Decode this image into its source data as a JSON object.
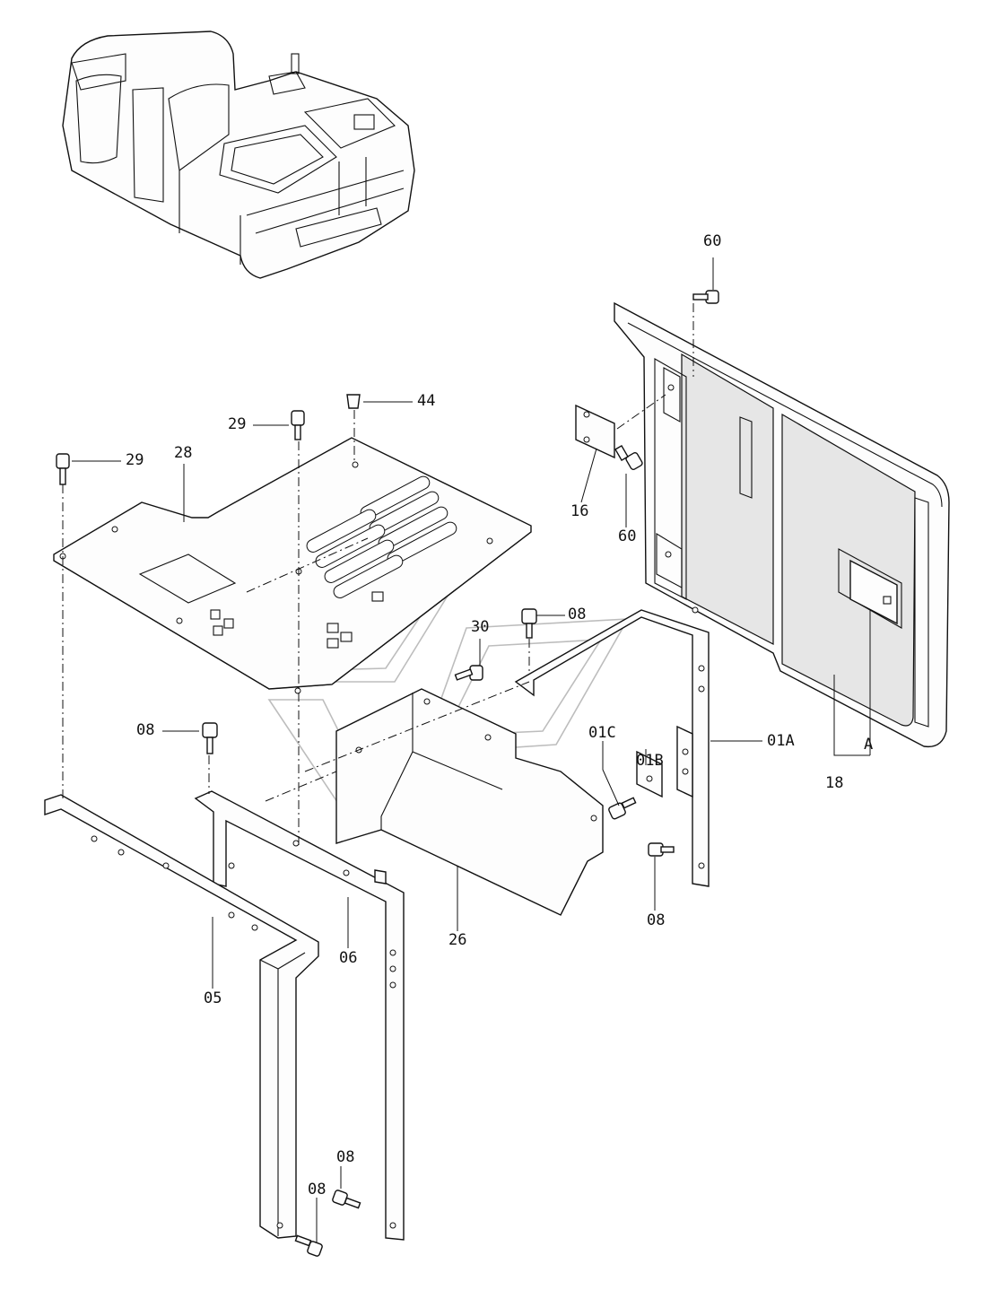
{
  "parts": [
    {
      "id": "p60a",
      "label": "60"
    },
    {
      "id": "p44",
      "label": "44"
    },
    {
      "id": "p29a",
      "label": "29"
    },
    {
      "id": "p29b",
      "label": "29"
    },
    {
      "id": "p28",
      "label": "28"
    },
    {
      "id": "p16",
      "label": "16"
    },
    {
      "id": "p60b",
      "label": "60"
    },
    {
      "id": "p30",
      "label": "30"
    },
    {
      "id": "p08a",
      "label": "08"
    },
    {
      "id": "p08b",
      "label": "08"
    },
    {
      "id": "p01B",
      "label": "01B"
    },
    {
      "id": "p01C",
      "label": "01C"
    },
    {
      "id": "p01A",
      "label": "01A"
    },
    {
      "id": "pA",
      "label": "A"
    },
    {
      "id": "p18",
      "label": "18"
    },
    {
      "id": "p08c",
      "label": "08"
    },
    {
      "id": "p26",
      "label": "26"
    },
    {
      "id": "p06",
      "label": "06"
    },
    {
      "id": "p05",
      "label": "05"
    },
    {
      "id": "p08d",
      "label": "08"
    },
    {
      "id": "p08e",
      "label": "08"
    }
  ]
}
